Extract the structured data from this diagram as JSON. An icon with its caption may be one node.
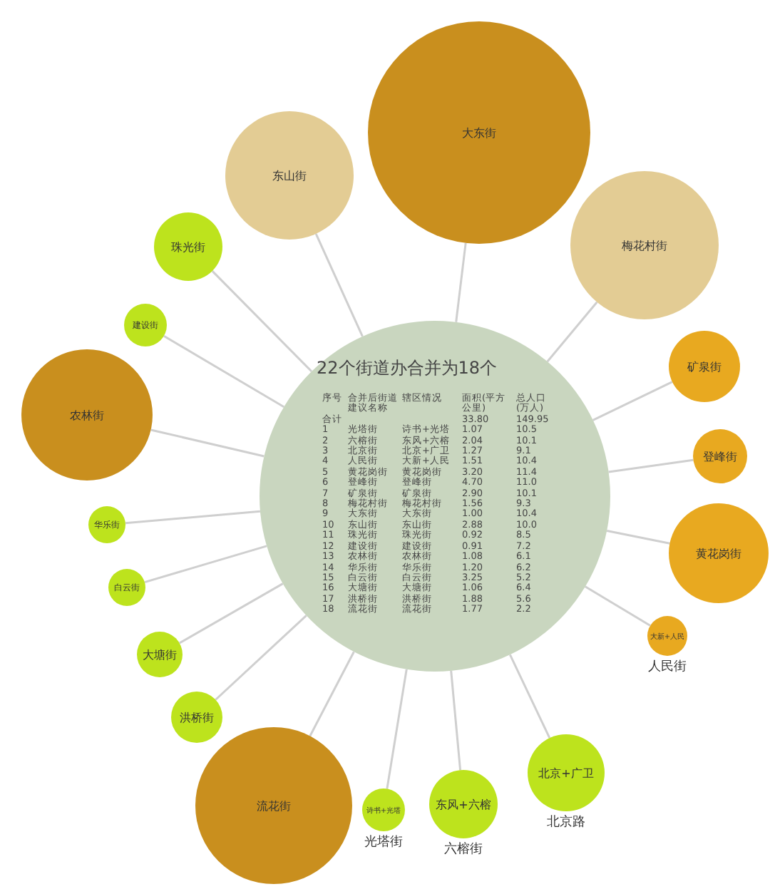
{
  "diagram": {
    "nodes": [
      {
        "text": [
          "22个街道办合并为18个"
        ]
      },
      {
        "text": [
          "东山街"
        ]
      },
      {
        "text": [
          "大东街"
        ]
      },
      {
        "text": [
          "梅花村街"
        ]
      },
      {
        "text": [
          "珠光街"
        ]
      },
      {
        "text": [
          "矿泉街"
        ]
      },
      {
        "text": [
          "建设街"
        ]
      },
      {
        "text": [
          "农林街"
        ]
      },
      {
        "text": [
          "登峰街"
        ]
      },
      {
        "text": [
          "华乐街"
        ]
      },
      {
        "text": [
          "黄花岗街"
        ]
      },
      {
        "text": [
          "白云街"
        ]
      },
      {
        "text": [
          "大新+人民"
        ],
        "beside": [
          "人民街"
        ]
      },
      {
        "text": [
          "大塘街"
        ]
      },
      {
        "text": [
          "洪桥街"
        ]
      },
      {
        "text": [
          "北京+广卫"
        ],
        "beside": [
          "北京路"
        ]
      },
      {
        "text": [
          "流花街"
        ]
      },
      {
        "text": [
          "诗书+光塔"
        ],
        "beside": [
          "光塔街"
        ]
      },
      {
        "text": [
          "东风+六榕"
        ],
        "beside": [
          "六榕街"
        ]
      }
    ],
    "edges": [
      {
        "from": 0,
        "to": 1,
        "arrow": "none"
      },
      {
        "from": 0,
        "to": 2,
        "arrow": "none"
      },
      {
        "from": 0,
        "to": 3,
        "arrow": "none"
      },
      {
        "from": 0,
        "to": 4,
        "arrow": "none"
      },
      {
        "from": 0,
        "to": 5,
        "arrow": "none"
      },
      {
        "from": 0,
        "to": 6,
        "arrow": "none"
      },
      {
        "from": 0,
        "to": 7,
        "arrow": "none"
      },
      {
        "from": 0,
        "to": 8,
        "arrow": "none"
      },
      {
        "from": 0,
        "to": 9,
        "arrow": "none"
      },
      {
        "from": 0,
        "to": 10,
        "arrow": "none"
      },
      {
        "from": 0,
        "to": 11,
        "arrow": "none"
      },
      {
        "from": 0,
        "to": 12,
        "arrow": "none"
      },
      {
        "from": 0,
        "to": 13,
        "arrow": "none"
      },
      {
        "from": 0,
        "to": 14,
        "arrow": "none"
      },
      {
        "from": 0,
        "to": 15,
        "arrow": "none"
      },
      {
        "from": 0,
        "to": 16,
        "arrow": "none"
      },
      {
        "from": 0,
        "to": 17,
        "arrow": "none"
      },
      {
        "from": 0,
        "to": 18,
        "arrow": "none"
      }
    ],
    "labels": [
      "序号",
      "合并后街道建议名称",
      "辖区情况",
      "面积(平方公里)",
      "总人口(万人)",
      "合计",
      "33.80",
      "149.95",
      "1",
      "光塔街",
      "诗书+光塔",
      "1.07",
      "10.5",
      "2",
      "六榕街",
      "东风+六榕",
      "2.04",
      "10.1",
      "3",
      "北京街",
      "北京+广卫",
      "1.27",
      "9.1",
      "4",
      "人民街",
      "大新+人民",
      "1.51",
      "10.4",
      "5",
      "黄花岗街",
      "黄花岗街",
      "3.20",
      "11.4",
      "6",
      "登峰街",
      "登峰街",
      "4.70",
      "11.0",
      "7",
      "矿泉街",
      "矿泉街",
      "2.90",
      "10.1",
      "8",
      "梅花村街",
      "梅花村街",
      "1.56",
      "9.3",
      "9",
      "大东街",
      "大东街",
      "1.00",
      "10.4",
      "10",
      "东山街",
      "东山街",
      "2.88",
      "10.0",
      "11",
      "珠光街",
      "珠光街",
      "0.92",
      "8.5",
      "12",
      "建设街",
      "建设街",
      "0.91",
      "7.2",
      "13",
      "农林街",
      "农林街",
      "1.08",
      "6.1",
      "14",
      "华乐街",
      "华乐街",
      "1.20",
      "6.2",
      "15",
      "白云街",
      "白云街",
      "3.25",
      "5.2",
      "16",
      "大塘街",
      "大塘街",
      "1.06",
      "6.4",
      "17",
      "洪桥街",
      "洪桥街",
      "1.88",
      "5.6",
      "18",
      "流花街",
      "流花街",
      "1.77",
      "2.2"
    ]
  }
}
